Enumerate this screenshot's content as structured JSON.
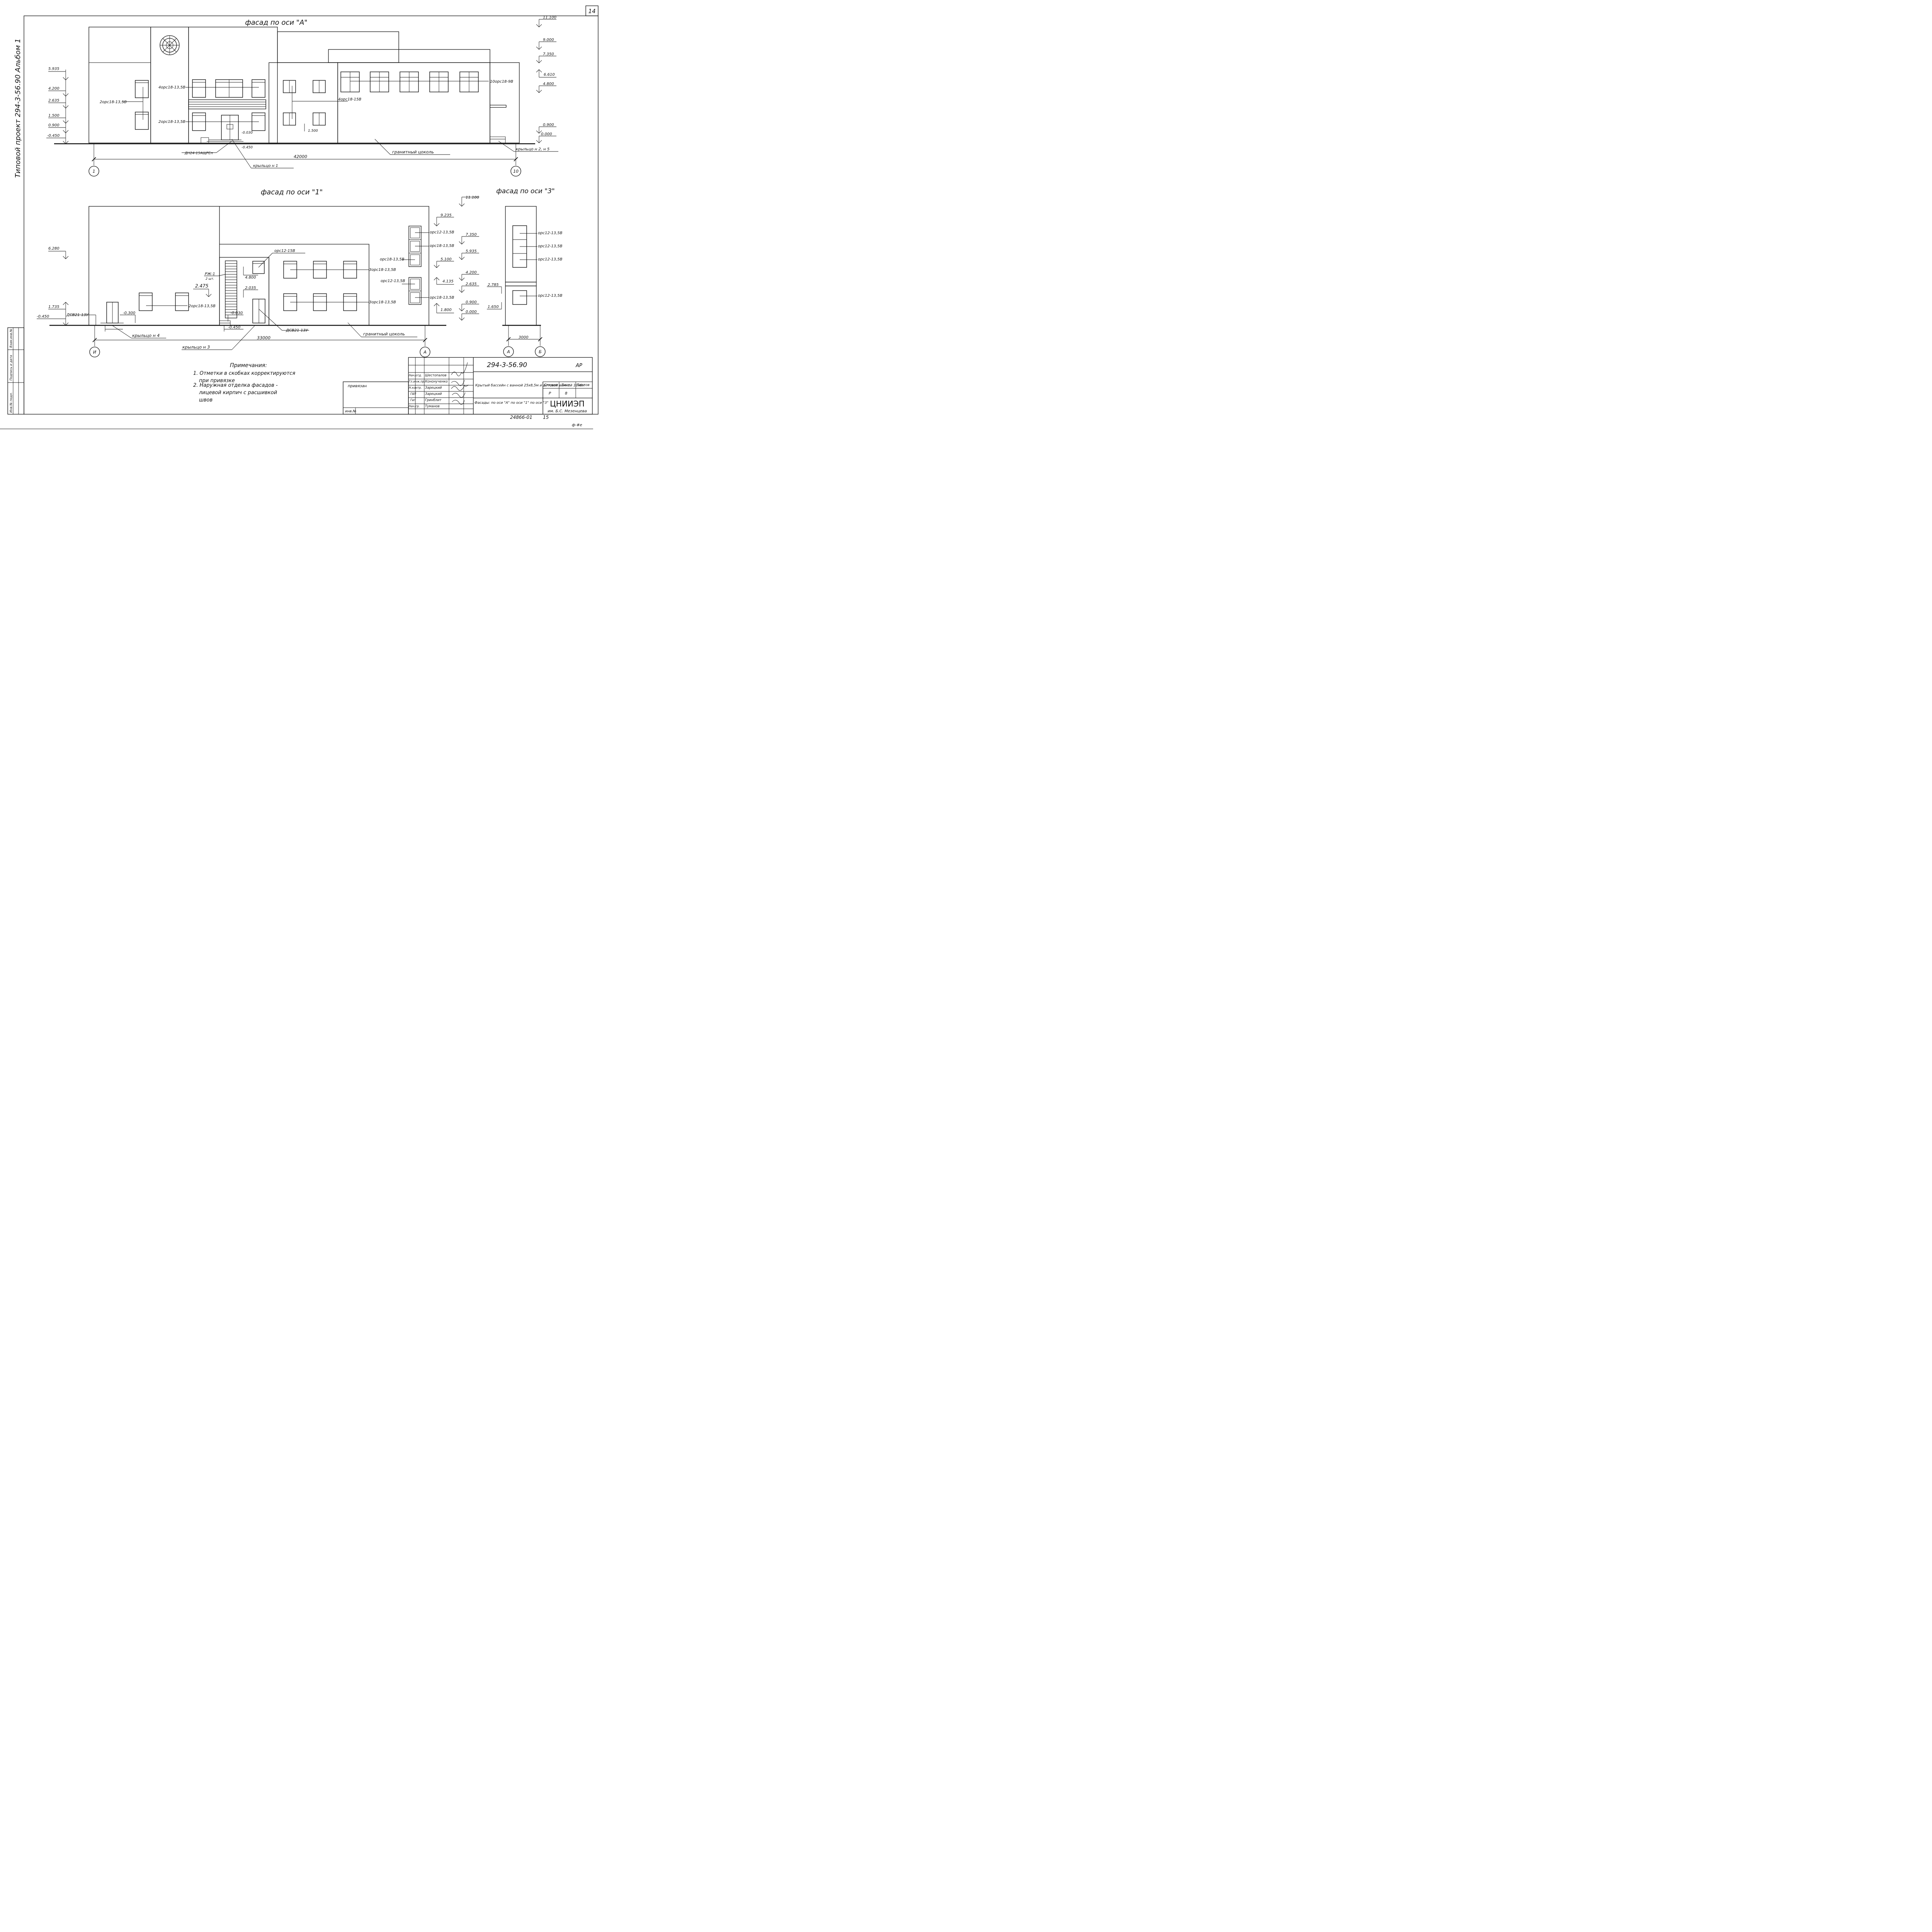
{
  "page_number": "14",
  "side_title": "Типовой проект 294-3-56.90 Альбом 1",
  "side_stamp": [
    "Инв.№ подл.",
    "Подпись и дата",
    "Взам.инв.№"
  ],
  "facade_a": {
    "title": "фасад по оси \"А\"",
    "levels": [
      "11.100",
      "9.000",
      "7.350",
      "6.610",
      "4.800",
      "0.900",
      "0.000",
      "5.935",
      "4.200",
      "2.635",
      "1.500",
      "0.900",
      "-0.450"
    ],
    "labels": {
      "win_left": "2орс18-13,5В",
      "win_center_top": "4орс18-13,5В",
      "win_center_bottom": "2орс18-13,5В",
      "win_mid": "4орс18-15В",
      "win_right": "10орс18-9В",
      "door": "ДН24-15АЩРЕп",
      "level_door": "-0.030",
      "level_step": "-0.450",
      "level_mid": "1.500",
      "dimension": "42000",
      "plinth": "гранитный цоколь",
      "porch_1": "крыльцо н 1",
      "porch_2": "крыльцо н 2, н 5"
    },
    "axes": [
      "1",
      "10"
    ]
  },
  "facade_1": {
    "title": "фасад по оси \"1\"",
    "levels": [
      "11.100",
      "9.235",
      "7.350",
      "5.935",
      "5.100",
      "4.200",
      "4.135",
      "2.635",
      "0.900",
      "0.000",
      "1.800",
      "6.280",
      "1.735",
      "-0.450",
      "2.475",
      "4.800",
      "2.035",
      "-0.030",
      "-0.450",
      "-0.300"
    ],
    "labels": {
      "win_top": "орс12-15В",
      "rzh": "РЖ-1",
      "rzh_qty": "2 шт.",
      "win_mid_top": "3орс18-13,5В",
      "win_mid_bottom": "3орс18-13,5В",
      "win_left": "2орс18-13,5В",
      "door_left": "ДСВ21-13У",
      "door_center": "ДСВ21-13У",
      "tower_1": "орс12-13,5В",
      "tower_2": "орс18-13,5В",
      "tower_3": "орс18-13,5В",
      "tower_4": "орс12-13,5В",
      "tower_5": "орс18-13,5В",
      "dimension": "33000",
      "plinth": "гранитный цоколь",
      "porch_3": "крыльцо н 3",
      "porch_4": "крыльцо н 4"
    },
    "axes": [
      "И",
      "А"
    ]
  },
  "facade_3": {
    "title": "фасад по оси \"3\"",
    "labels": {
      "w1": "орс12-13,5В",
      "w2": "орс12-13,5В",
      "w3": "орс12-13,5В",
      "w4": "орс12-13,5В",
      "l1": "2.785",
      "l2": "1.650",
      "dimension": "3000"
    },
    "axes": [
      "А",
      "Б"
    ]
  },
  "notes": {
    "title": "Примечания:",
    "items": [
      "1. Отметки в скобках корректируются",
      "при привязке",
      "2. Наружная отделка фасадов -",
      "лицевой кирпич с расшивкой",
      "швов"
    ]
  },
  "stamp": {
    "code": "294-3-56.90",
    "sheet_mark": "АР",
    "binding": "привязан",
    "inv": "инв.№",
    "roles": [
      "Нач.отд.",
      "Гл.инж.пр.",
      "Н.контр.",
      "ГАП",
      "Гип",
      "Нач.гр."
    ],
    "names": [
      "Шестопалов",
      "Кононученко",
      "Зарецкий",
      "Зарецкий",
      "Гринблит",
      "Туманов"
    ],
    "object": "Крытый бассейн с ванной 25х8,5м и детской ванной 10х6м",
    "stage_hdr": "Стадия",
    "sheet_hdr": "Лист",
    "sheets_hdr": "Листов",
    "stage": "Р",
    "sheet": "8",
    "content": "Фасады: по оси \"А\" по оси \"1\" по оси \"3\"",
    "org": "ЦНИИЭП",
    "org_sub": "им. Б.С. Мезенцева",
    "archive": "24866-01",
    "archive_page": "15",
    "format": "ф-#е"
  }
}
